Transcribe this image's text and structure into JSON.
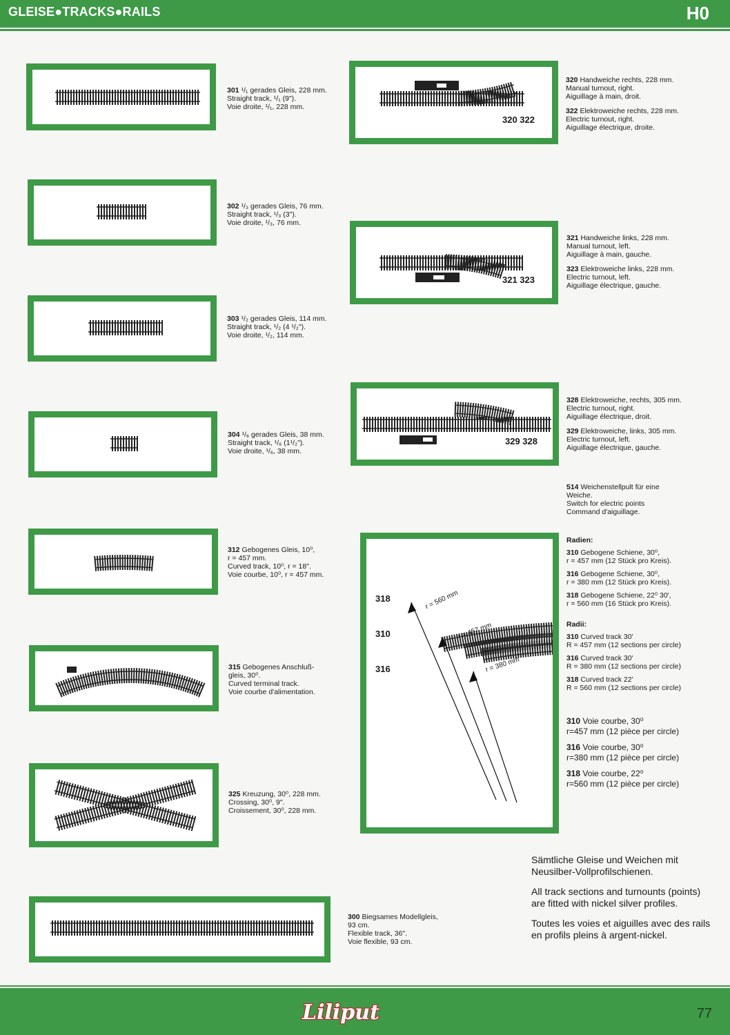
{
  "header": {
    "title": "GLEISE●TRACKS●RAILS",
    "scale": "H0"
  },
  "footer": {
    "logo": "Liliput",
    "page": "77"
  },
  "items": [
    {
      "id": "301",
      "l1": "¹/₁ gerades Gleis, 228 mm.",
      "l2": "Straight track, ¹/₁ (9\").",
      "l3": "Voie droite, ¹/₁, 228 mm."
    },
    {
      "id": "302",
      "l1": "¹/₃ gerades Gleis, 76 mm.",
      "l2": "Straight track, ¹/₃ (3\").",
      "l3": "Voie droite, ¹/₃, 76 mm."
    },
    {
      "id": "303",
      "l1": "¹/₂ gerades Gleis, 114 mm.",
      "l2": "Straight track, ¹/₂ (4 ¹/₂\").",
      "l3": "Voie droite, ¹/₂, 114 mm."
    },
    {
      "id": "304",
      "l1": "¹/₆ gerades Gleis, 38 mm.",
      "l2": "Straight track, ¹/₆ (1¹/₂\").",
      "l3": "Voie droite, ¹/₆, 38 mm."
    },
    {
      "id": "312",
      "l1": "Gebogenes Gleis, 10⁰,",
      "l2": "r = 457 mm.",
      "l3": "Curved track, 10⁰, r = 18\".",
      "l4": "Voie courbe, 10⁰, r = 457 mm."
    },
    {
      "id": "315",
      "l1": "Gebogenes Anschluß-",
      "l2": "gleis, 30⁰.",
      "l3": "Curved terminal track.",
      "l4": "Voie courbe d'alimentation."
    },
    {
      "id": "325",
      "l1": "Kreuzung, 30⁰, 228 mm.",
      "l2": "Crossing, 30⁰, 9\".",
      "l3": "Croissement, 30⁰, 228 mm."
    },
    {
      "id": "300",
      "l1": "Biegsames Modellgleis,",
      "l2": "93 cm.",
      "l3": "Flexible track, 36\".",
      "l4": "Voie flexible, 93 cm."
    }
  ],
  "turnouts": [
    {
      "id": "320",
      "l1": "Handweiche rechts, 228 mm.",
      "l2": "Manual turnout, right.",
      "l3": "Aiguillage à main, droit."
    },
    {
      "id": "322",
      "l1": "Elektroweiche rechts, 228 mm.",
      "l2": "Electric turnout, right.",
      "l3": "Aiguillage électrique, droite."
    },
    {
      "id": "321",
      "l1": "Handweiche links, 228 mm.",
      "l2": "Manual turnout, left.",
      "l3": "Aiguillage à main, gauche."
    },
    {
      "id": "323",
      "l1": "Elektroweiche links, 228 mm.",
      "l2": "Electric turnout, left.",
      "l3": "Aiguillage électrique, gauche."
    },
    {
      "id": "328",
      "l1": "Elektroweiche, rechts, 305 mm.",
      "l2": "Electric turnout, right.",
      "l3": "Aiguillage électrique, droit."
    },
    {
      "id": "329",
      "l1": "Elektroweiche, links, 305 mm.",
      "l2": "Electric turnout, left.",
      "l3": "Aiguillage électrique, gauche."
    },
    {
      "id": "514",
      "l1": "Weichenstellpult für eine",
      "l2": "Weiche.",
      "l3": "Switch for electric points",
      "l4": "Command d'aiguillage."
    }
  ],
  "box_labels": {
    "b1": "320  322",
    "b2": "321  323",
    "b3": "329    328",
    "r318": "318",
    "r310": "310",
    "r316": "316",
    "c560": "r = 560 mm",
    "c457": "r = 457 mm",
    "c380": "r = 380 mm"
  },
  "radii_de": {
    "heading": "Radien:",
    "rows": [
      {
        "id": "310",
        "a": "Gebogene Schiene, 30⁰,",
        "b": "r = 457 mm (12 Stück pro Kreis)."
      },
      {
        "id": "316",
        "a": "Gebogene Schiene, 30⁰,",
        "b": "r = 380 mm (12 Stück pro Kreis)."
      },
      {
        "id": "318",
        "a": "Gebogene Schiene, 22⁰ 30',",
        "b": "r = 560 mm (16 Stück pro Kreis)."
      }
    ]
  },
  "radii_en": {
    "heading": "Radii:",
    "rows": [
      {
        "id": "310",
        "a": "Curved track 30'",
        "b": "R = 457 mm (12 sections per circle)"
      },
      {
        "id": "316",
        "a": "Curved track 30'",
        "b": "R = 380 mm (12 sections per circle)"
      },
      {
        "id": "318",
        "a": "Curved track 22'",
        "b": "R = 560 mm (12 sections per circle)"
      }
    ]
  },
  "radii_fr": {
    "rows": [
      {
        "id": "310",
        "a": "Voie courbe, 30⁰",
        "b": "r=457 mm (12 pièce per circle)"
      },
      {
        "id": "316",
        "a": "Voie courbe, 30⁰",
        "b": "r=380 mm (12 pièce per circle)"
      },
      {
        "id": "318",
        "a": "Voie courbe, 22⁰",
        "b": "r=560 mm (12 pièce per circle)"
      }
    ]
  },
  "note": {
    "de": "Sämtliche Gleise und Weichen mit Neusilber-Vollprofilschienen.",
    "en": "All track sections and turnounts (points) are fitted with nickel silver profiles.",
    "fr": "Toutes les voies et aiguilles avec des rails en profils pleins à argent-nickel."
  }
}
